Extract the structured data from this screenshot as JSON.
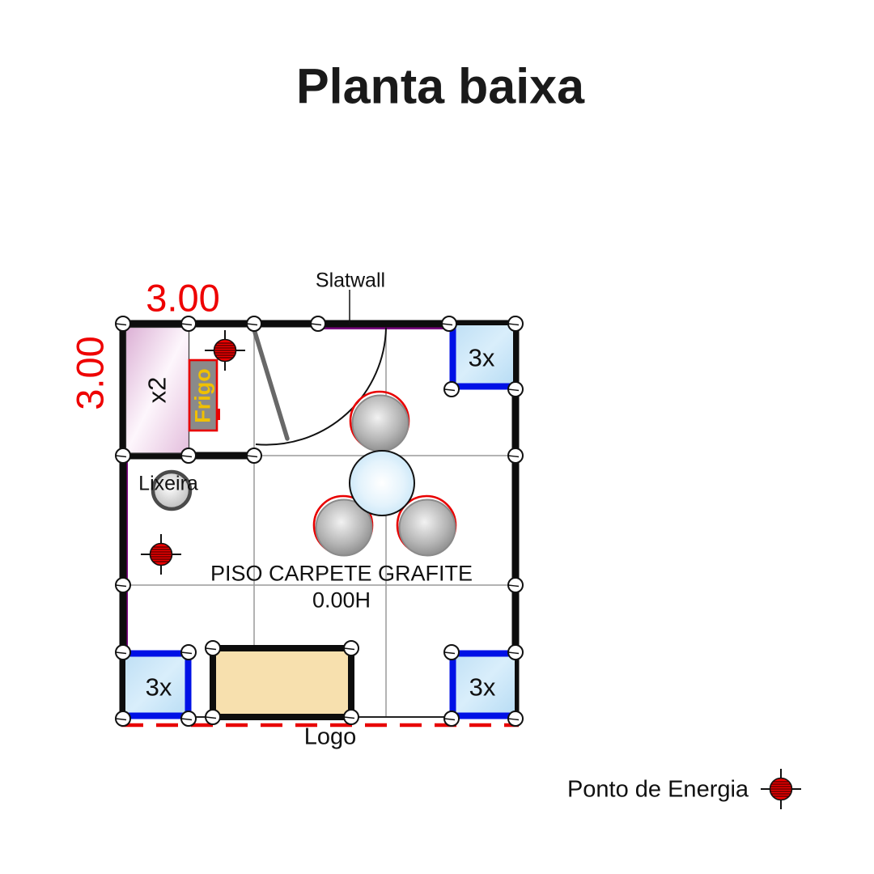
{
  "title": "Planta baixa",
  "dimensions": {
    "width": "3.00",
    "height": "3.00"
  },
  "plan": {
    "slatwall_label": "Slatwall",
    "closet_label": "x2",
    "fridge_label": "Frigo",
    "trash_label": "Lixeira",
    "floor_label": "PISO CARPETE GRAFITE",
    "floor_height_label": "0.00H",
    "logo_label": "Logo",
    "shelf_top_right_label": "3x",
    "shelf_bottom_left_label": "3x",
    "shelf_bottom_right_label": "3x"
  },
  "legend": {
    "energy_point_label": "Ponto de Energia"
  },
  "colors": {
    "dimension_red": "#ee0000",
    "wall_black": "#0d0d0d",
    "shelf_border_blue": "#0011e6",
    "shelf_fill_blue": "#c3e3f7",
    "counter_beige": "#f7e0ae",
    "closet_pink": "#e9c6e3",
    "fridge_gray": "#8a8a8a",
    "fridge_text_yellow": "#f0c000",
    "slatwall_purple": "#7a0080",
    "energy_point_red": "#ee0000",
    "table_blue": "#aed9f2",
    "chair_gray": "#8f8f8f",
    "boundary_dashed_red": "#e80000",
    "grid_gray": "#9a9a9a"
  }
}
